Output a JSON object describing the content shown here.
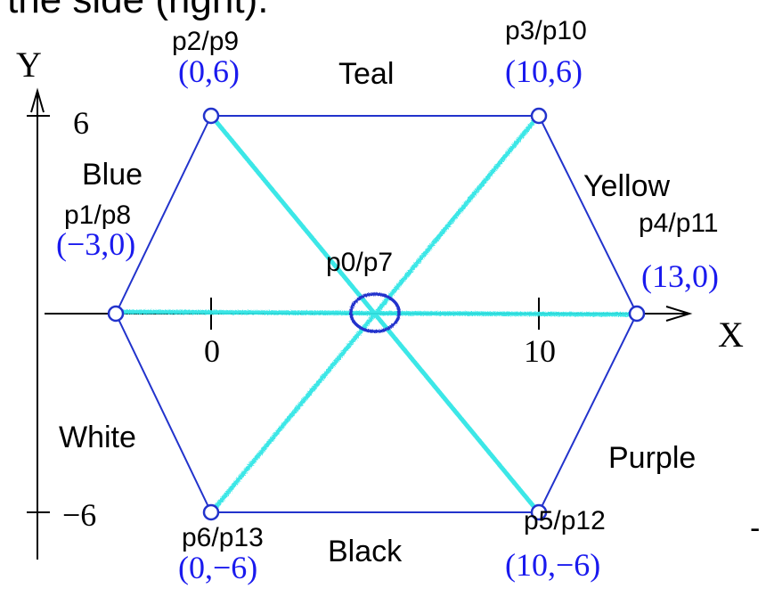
{
  "heading_fragment": "the side (right).",
  "trailing_glyph": "-",
  "colors": {
    "hexagon": "#2233cc",
    "spokes": "#33e6e6",
    "coords": "#1a1aee",
    "text": "#000000"
  },
  "axes": {
    "x_label": "X",
    "y_label": "Y",
    "x_ticks": [
      "0",
      "10"
    ],
    "y_ticks": [
      "6",
      "−6"
    ]
  },
  "center": {
    "label": "p0/p7",
    "x": 5,
    "y": 0
  },
  "points": [
    {
      "label": "p1/p8",
      "coord": "(−3,0)",
      "x": -3,
      "y": 0
    },
    {
      "label": "p2/p9",
      "coord": "(0,6)",
      "x": 0,
      "y": 6
    },
    {
      "label": "p3/p10",
      "coord": "(10,6)",
      "x": 10,
      "y": 6
    },
    {
      "label": "p4/p11",
      "coord": "(13,0)",
      "x": 13,
      "y": 0
    },
    {
      "label": "p5/p12",
      "coord": "(10,−6)",
      "x": 10,
      "y": -6
    },
    {
      "label": "p6/p13",
      "coord": "(0,−6)",
      "x": 0,
      "y": -6
    }
  ],
  "regions": [
    "Teal",
    "Blue",
    "Yellow",
    "White",
    "Purple",
    "Black"
  ]
}
